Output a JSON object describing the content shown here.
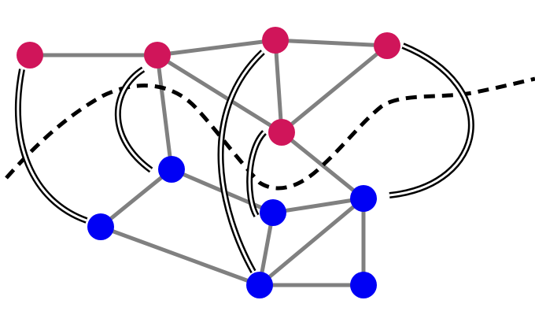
{
  "diagram": {
    "colors": {
      "background": "#ffffff",
      "edge": "#808080",
      "curved_edge_outer": "#000000",
      "curved_edge_inner": "#ffffff",
      "cut_line": "#000000",
      "red_node": "#d0155a",
      "blue_node": "#0000f5"
    },
    "nodes": [
      {
        "id": "A",
        "group": "red"
      },
      {
        "id": "B",
        "group": "red"
      },
      {
        "id": "C",
        "group": "red"
      },
      {
        "id": "D",
        "group": "red"
      },
      {
        "id": "E",
        "group": "red"
      },
      {
        "id": "F",
        "group": "blue"
      },
      {
        "id": "G",
        "group": "blue"
      },
      {
        "id": "H",
        "group": "blue"
      },
      {
        "id": "I",
        "group": "blue"
      },
      {
        "id": "J",
        "group": "blue"
      },
      {
        "id": "K",
        "group": "blue"
      }
    ],
    "edges": [
      {
        "from": "A",
        "to": "B"
      },
      {
        "from": "B",
        "to": "C"
      },
      {
        "from": "C",
        "to": "D"
      },
      {
        "from": "B",
        "to": "E"
      },
      {
        "from": "C",
        "to": "E"
      },
      {
        "from": "D",
        "to": "E"
      },
      {
        "from": "B",
        "to": "F"
      },
      {
        "from": "E",
        "to": "I"
      },
      {
        "from": "F",
        "to": "G"
      },
      {
        "from": "F",
        "to": "H"
      },
      {
        "from": "G",
        "to": "J"
      },
      {
        "from": "H",
        "to": "I"
      },
      {
        "from": "H",
        "to": "J"
      },
      {
        "from": "I",
        "to": "J"
      },
      {
        "from": "I",
        "to": "K"
      },
      {
        "from": "J",
        "to": "K"
      }
    ],
    "curved_edges": [
      {
        "from": "A",
        "to": "G"
      },
      {
        "from": "B",
        "to": "F"
      },
      {
        "from": "C",
        "to": "J"
      },
      {
        "from": "E",
        "to": "H"
      },
      {
        "from": "D",
        "to": "I"
      }
    ]
  }
}
